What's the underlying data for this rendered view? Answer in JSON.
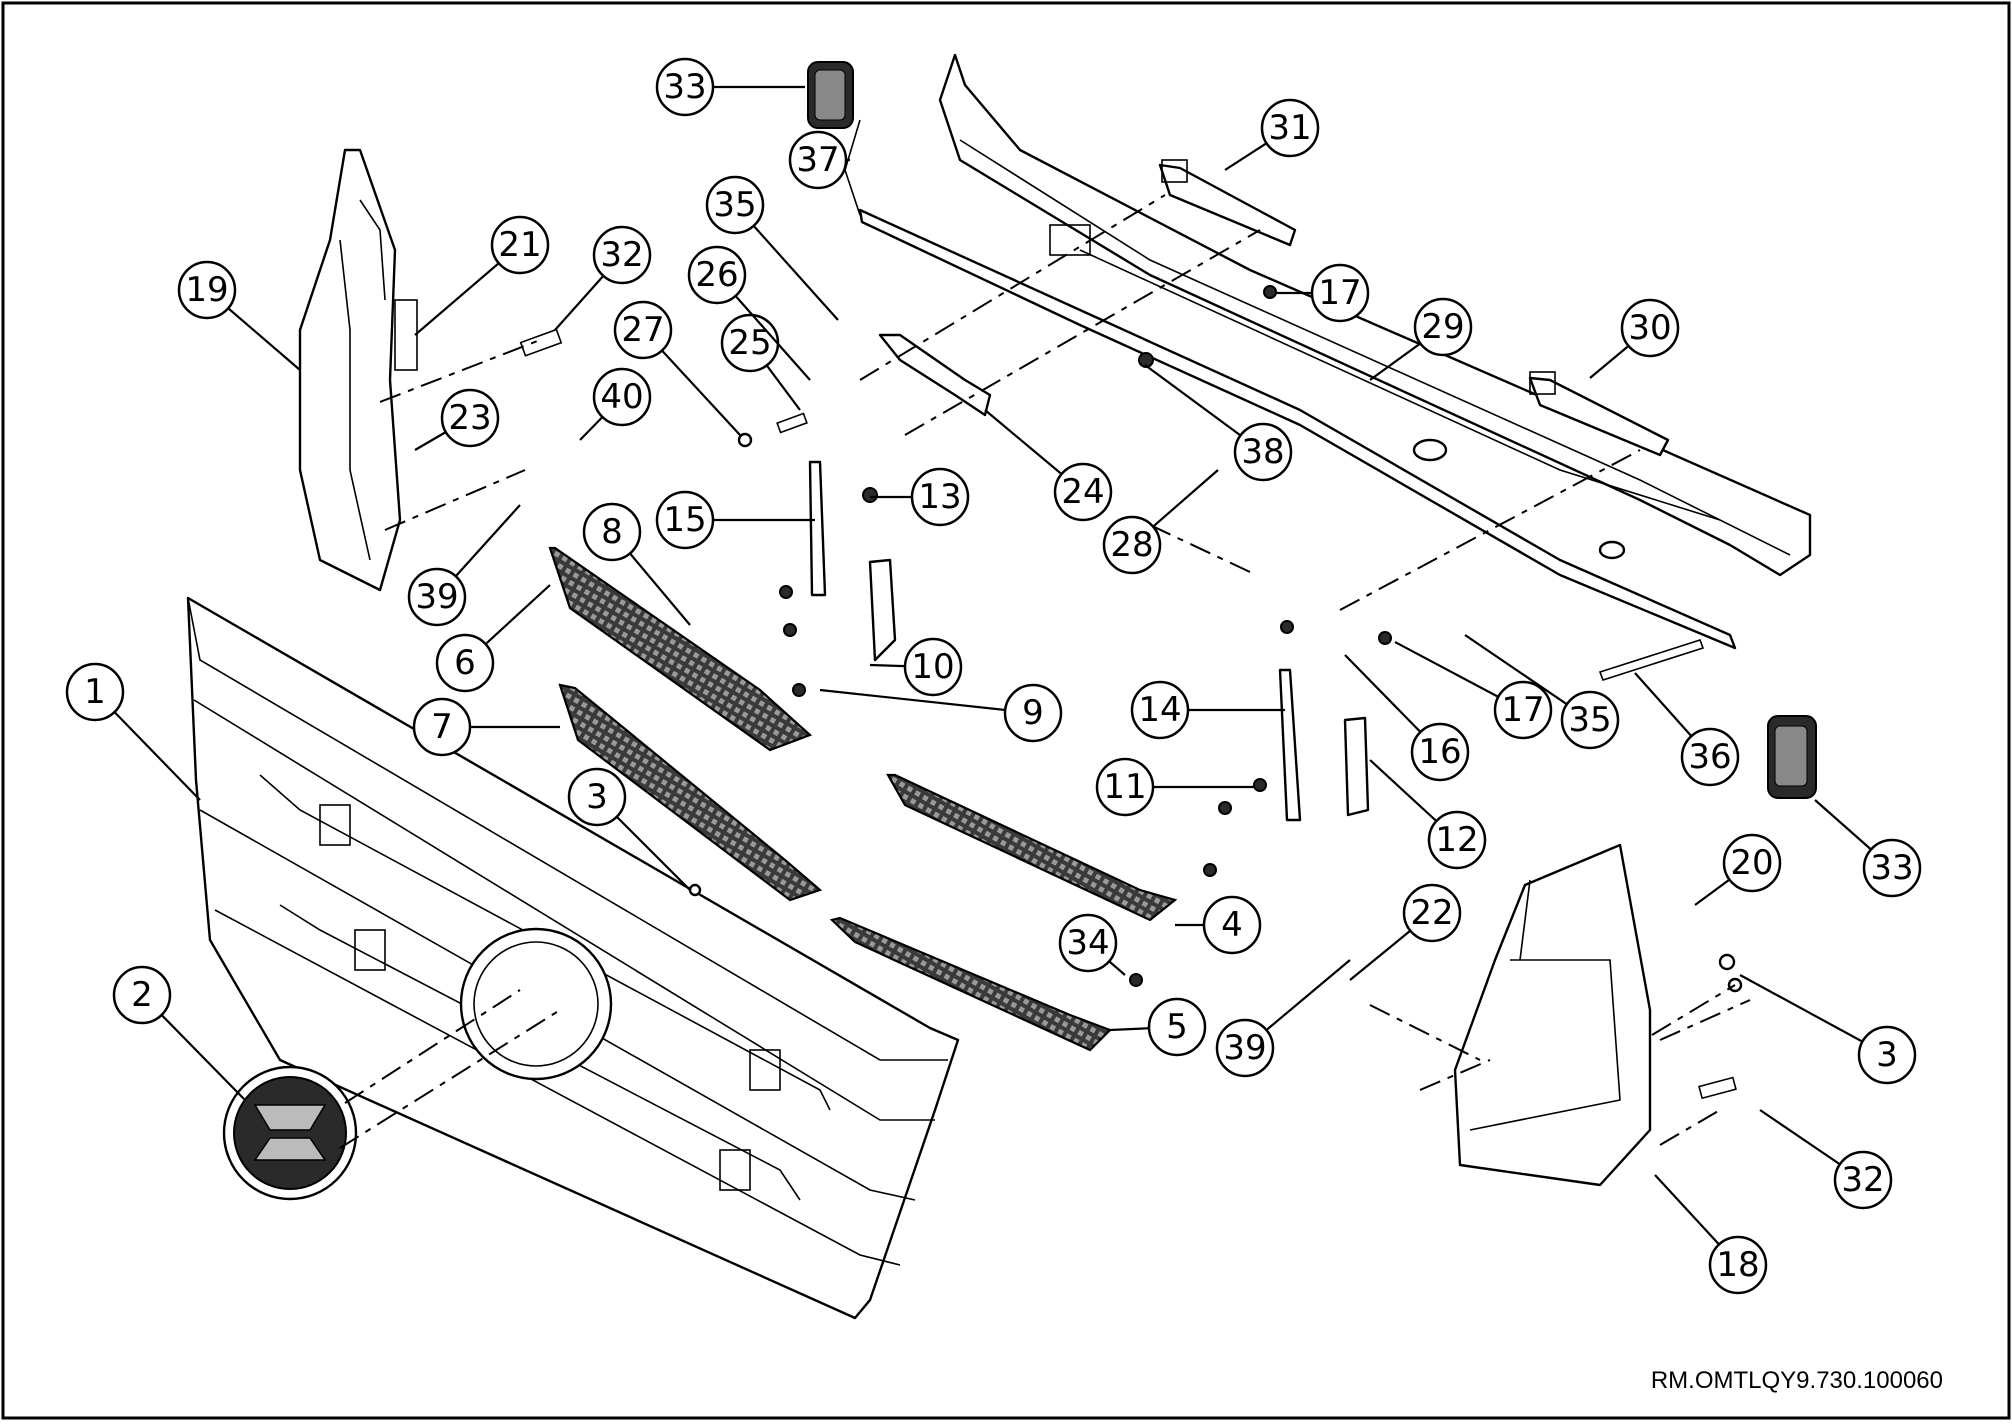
{
  "reference_code": "RM.OMTLQY9.730.100060",
  "callouts": [
    {
      "label": "1"
    },
    {
      "label": "2"
    },
    {
      "label": "3"
    },
    {
      "label": "3"
    },
    {
      "label": "4"
    },
    {
      "label": "5"
    },
    {
      "label": "6"
    },
    {
      "label": "7"
    },
    {
      "label": "8"
    },
    {
      "label": "9"
    },
    {
      "label": "10"
    },
    {
      "label": "11"
    },
    {
      "label": "12"
    },
    {
      "label": "13"
    },
    {
      "label": "14"
    },
    {
      "label": "15"
    },
    {
      "label": "16"
    },
    {
      "label": "17"
    },
    {
      "label": "17"
    },
    {
      "label": "18"
    },
    {
      "label": "19"
    },
    {
      "label": "20"
    },
    {
      "label": "21"
    },
    {
      "label": "22"
    },
    {
      "label": "23"
    },
    {
      "label": "24"
    },
    {
      "label": "25"
    },
    {
      "label": "26"
    },
    {
      "label": "27"
    },
    {
      "label": "28"
    },
    {
      "label": "29"
    },
    {
      "label": "30"
    },
    {
      "label": "31"
    },
    {
      "label": "32"
    },
    {
      "label": "32"
    },
    {
      "label": "33"
    },
    {
      "label": "33"
    },
    {
      "label": "34"
    },
    {
      "label": "35"
    },
    {
      "label": "35"
    },
    {
      "label": "36"
    },
    {
      "label": "37"
    },
    {
      "label": "38"
    },
    {
      "label": "39"
    },
    {
      "label": "39"
    },
    {
      "label": "40"
    }
  ]
}
